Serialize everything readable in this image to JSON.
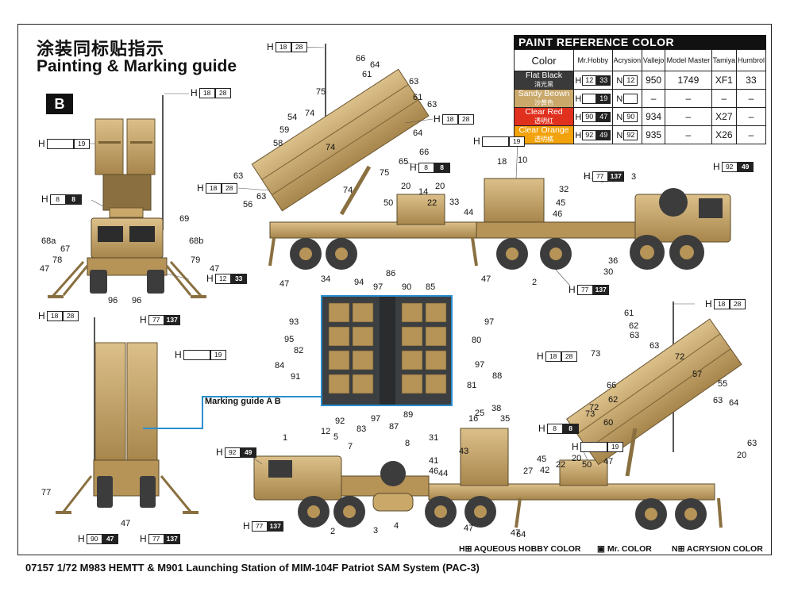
{
  "header": {
    "title_cn": "涂装同标贴指示",
    "title_en": "Painting & Marking guide",
    "badge": "B"
  },
  "paint_table": {
    "title": "PAINT  REFERENCE COLOR",
    "columns": [
      "Color",
      "Mr.Hobby",
      "Acrysion",
      "Vallejo",
      "Model Master",
      "Tamiya",
      "Humbrol"
    ],
    "rows": [
      {
        "name": "Flat Black",
        "name_cn": "消光黑",
        "swatch": "#3a3a3a",
        "text": "#ffffff",
        "hobby": "12",
        "hobby_code": "33",
        "acry": "12",
        "vallejo": "950",
        "mm": "1749",
        "tamiya": "XF1",
        "humbrol": "33"
      },
      {
        "name": "Sandy Beown",
        "name_cn": "沙黄色",
        "swatch": "#c9a86a",
        "text": "#ffffff",
        "hobby": "",
        "hobby_code": "19",
        "acry": "",
        "vallejo": "–",
        "mm": "–",
        "tamiya": "–",
        "humbrol": "–"
      },
      {
        "name": "Clear Red",
        "name_cn": "透明红",
        "swatch": "#e0301e",
        "text": "#ffffff",
        "hobby": "90",
        "hobby_code": "47",
        "acry": "90",
        "vallejo": "934",
        "mm": "–",
        "tamiya": "X27",
        "humbrol": "–"
      },
      {
        "name": "Clear Orange",
        "name_cn": "透明橘",
        "swatch": "#f2a20c",
        "text": "#ffffff",
        "hobby": "92",
        "hobby_code": "49",
        "acry": "92",
        "vallejo": "935",
        "mm": "–",
        "tamiya": "X26",
        "humbrol": "–"
      }
    ]
  },
  "callouts": [
    {
      "id": "c1",
      "letter": "H",
      "box": "18",
      "code": "28",
      "dark": false
    },
    {
      "id": "c2",
      "letter": "H",
      "box": "18",
      "code": "28",
      "dark": false
    },
    {
      "id": "c3",
      "letter": "H",
      "box": "",
      "code": "19",
      "dark": false
    },
    {
      "id": "c4",
      "letter": "H",
      "box": "8",
      "code": "8",
      "dark": true
    },
    {
      "id": "c5",
      "letter": "H",
      "box": "12",
      "code": "33",
      "dark": true
    },
    {
      "id": "c6",
      "letter": "H",
      "box": "77",
      "code": "137",
      "dark": true
    },
    {
      "id": "c7",
      "letter": "H",
      "box": "18",
      "code": "28",
      "dark": false
    },
    {
      "id": "c8",
      "letter": "H",
      "box": "18",
      "code": "28",
      "dark": false
    },
    {
      "id": "c9",
      "letter": "H",
      "box": "8",
      "code": "8",
      "dark": true
    },
    {
      "id": "c10",
      "letter": "H",
      "box": "",
      "code": "19",
      "dark": false
    },
    {
      "id": "c11",
      "letter": "H",
      "box": "77",
      "code": "137",
      "dark": true
    },
    {
      "id": "c12",
      "letter": "H",
      "box": "92",
      "code": "49",
      "dark": true
    },
    {
      "id": "c13",
      "letter": "H",
      "box": "77",
      "code": "137",
      "dark": true
    },
    {
      "id": "c14",
      "letter": "H",
      "box": "18",
      "code": "28",
      "dark": false
    },
    {
      "id": "c15",
      "letter": "H",
      "box": "",
      "code": "19",
      "dark": false
    },
    {
      "id": "c16",
      "letter": "H",
      "box": "90",
      "code": "47",
      "dark": true
    },
    {
      "id": "c17",
      "letter": "H",
      "box": "77",
      "code": "137",
      "dark": true
    },
    {
      "id": "c18",
      "letter": "H",
      "box": "18",
      "code": "28",
      "dark": false
    },
    {
      "id": "c19",
      "letter": "H",
      "box": "18",
      "code": "28",
      "dark": false
    },
    {
      "id": "c20",
      "letter": "H",
      "box": "8",
      "code": "8",
      "dark": true
    },
    {
      "id": "c21",
      "letter": "H",
      "box": "",
      "code": "19",
      "dark": false
    },
    {
      "id": "c22",
      "letter": "H",
      "box": "92",
      "code": "49",
      "dark": true
    },
    {
      "id": "c23",
      "letter": "H",
      "box": "77",
      "code": "137",
      "dark": true
    }
  ],
  "numbers": [
    "66",
    "64",
    "61",
    "63",
    "61",
    "63",
    "75",
    "74",
    "54",
    "59",
    "58",
    "63",
    "63",
    "56",
    "74",
    "75",
    "65",
    "66",
    "64",
    "74",
    "20",
    "14",
    "20",
    "22",
    "50",
    "18",
    "10",
    "33",
    "32",
    "44",
    "46",
    "45",
    "3",
    "36",
    "30",
    "2",
    "47",
    "34",
    "47",
    "69",
    "68a",
    "68b",
    "67",
    "78",
    "79",
    "47",
    "47",
    "96",
    "96",
    "94",
    "97",
    "86",
    "90",
    "85",
    "93",
    "95",
    "82",
    "84",
    "91",
    "97",
    "80",
    "97",
    "88",
    "81",
    "92",
    "83",
    "97",
    "87",
    "89",
    "1",
    "12",
    "5",
    "7",
    "8",
    "31",
    "16",
    "25",
    "38",
    "35",
    "43",
    "41",
    "46",
    "44",
    "45",
    "42",
    "27",
    "4",
    "3",
    "2",
    "47",
    "64",
    "61",
    "62",
    "63",
    "63",
    "73",
    "72",
    "57",
    "55",
    "63",
    "64",
    "66",
    "62",
    "72",
    "73",
    "60",
    "63",
    "20",
    "22",
    "20",
    "50",
    "47",
    "47",
    "77",
    "47"
  ],
  "marking_guide": "Marking guide  A  B",
  "legend": {
    "aqueous": "H⊞ AQUEOUS HOBBY COLOR",
    "mrcolor": "▣ Mr. COLOR",
    "acrysion": "N⊞ ACRYSION COLOR"
  },
  "footer": "07157  1/72 M983 HEMTT & M901 Launching Station of MIM-104F Patriot SAM System (PAC-3)",
  "colors": {
    "sand": "#c8a466",
    "sand_dark": "#a7864c",
    "sand_light": "#dcc08a",
    "tire": "#3c3c3c",
    "accent": "#2a8fcf"
  }
}
